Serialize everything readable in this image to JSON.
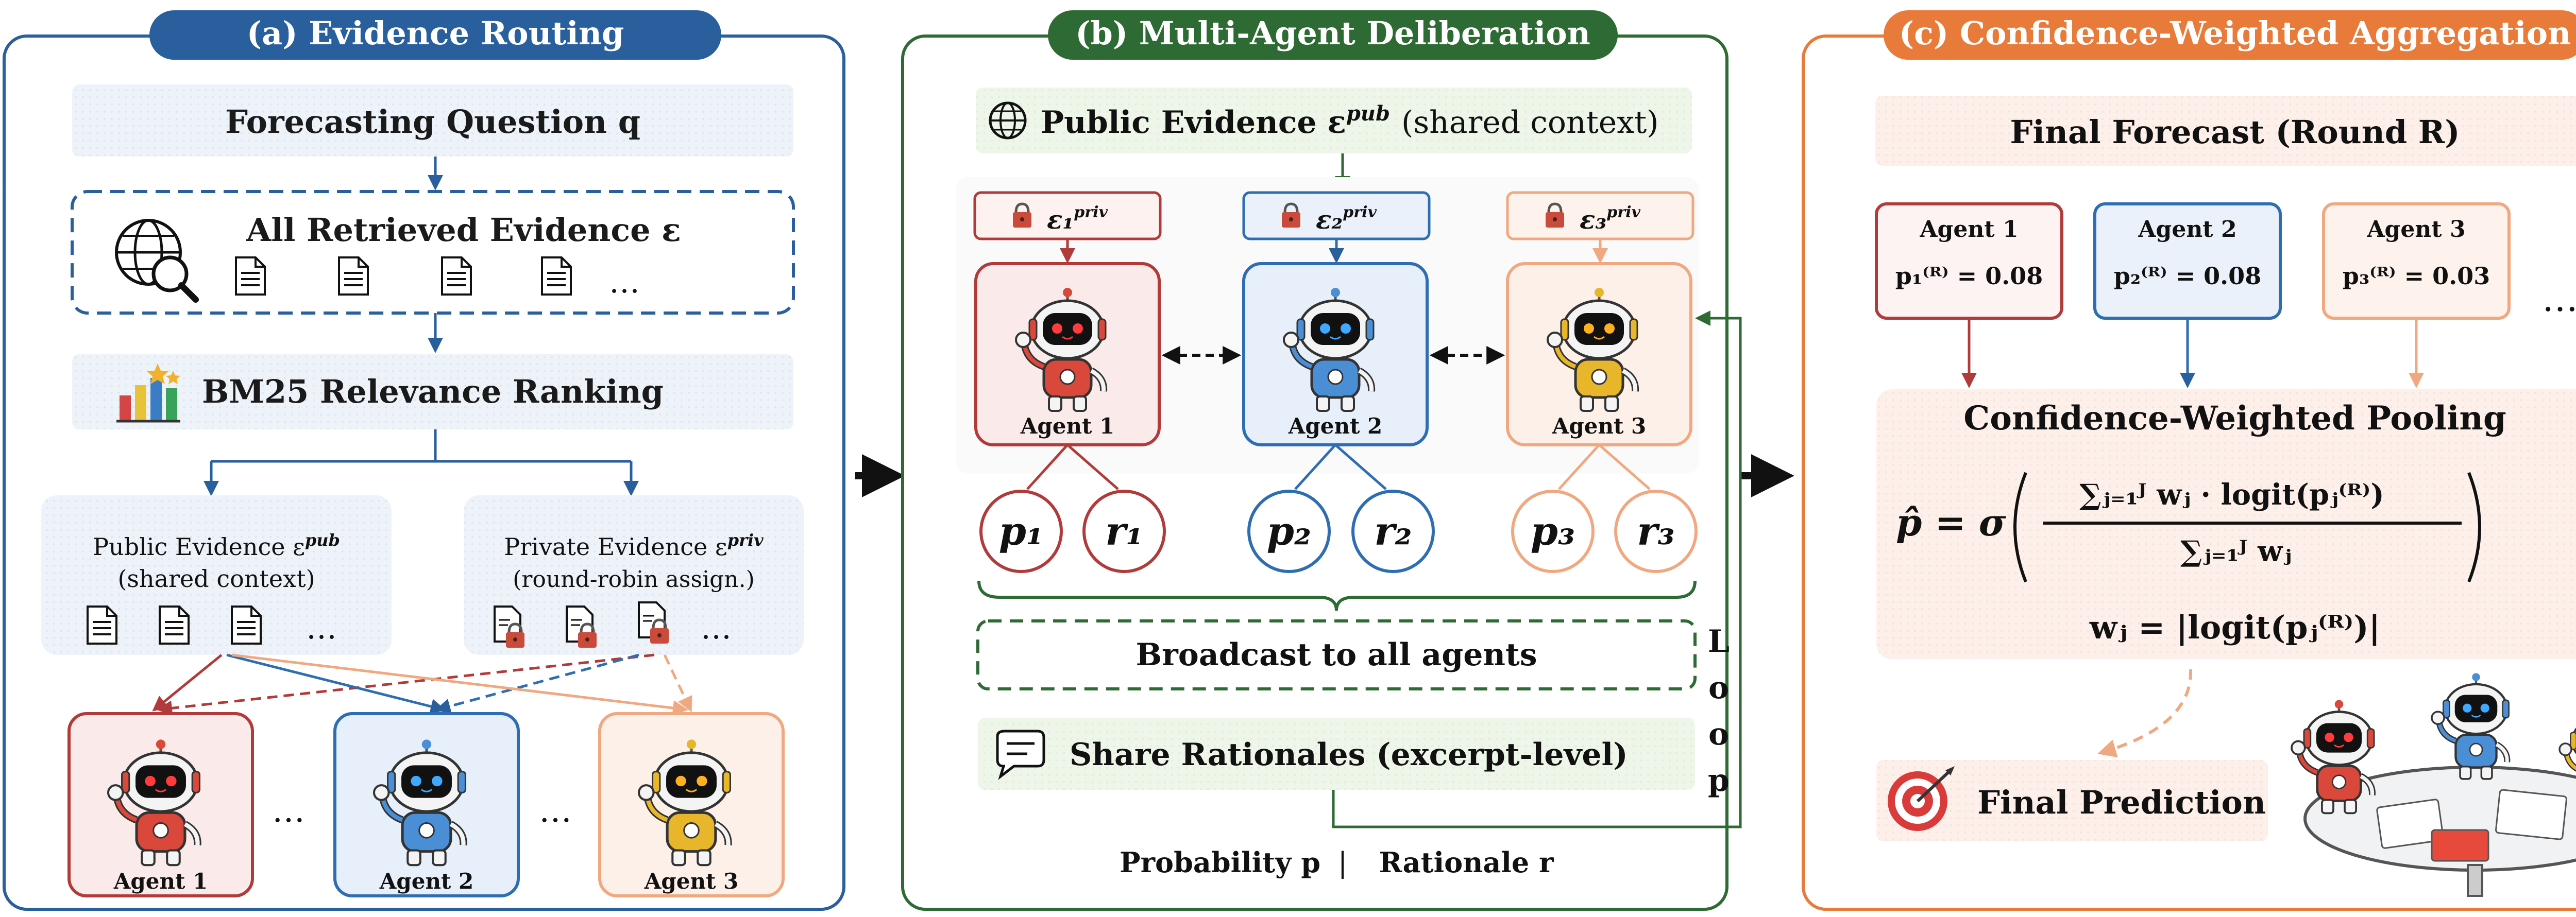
{
  "panels": {
    "a": {
      "title": "(a) Evidence Routing",
      "question": "Forecasting Question q",
      "all_evidence": "All Retrieved Evidence ε",
      "ranking": "BM25 Relevance Ranking",
      "public_title": "Public Evidence ε",
      "public_sup": "pub",
      "public_sub": "(shared context)",
      "private_title": "Private Evidence ε",
      "private_sup": "priv",
      "private_sub": "(round-robin assign.)",
      "agents": [
        "Agent 1",
        "Agent 2",
        "Agent 3"
      ],
      "ellipsis": "…"
    },
    "b": {
      "title": "(b) Multi-Agent Deliberation",
      "public_evidence": "Public Evidence ε",
      "public_sup": "pub",
      "public_suffix": "(shared context)",
      "priv_labels": [
        "ε₁",
        "ε₂",
        "ε₃"
      ],
      "priv_sup": "priv",
      "agents": [
        "Agent 1",
        "Agent 2",
        "Agent 3"
      ],
      "outputs": [
        [
          "p₁",
          "r₁"
        ],
        [
          "p₂",
          "r₂"
        ],
        [
          "p₃",
          "r₃"
        ]
      ],
      "broadcast": "Broadcast to all agents",
      "share": "Share Rationales (excerpt-level)",
      "loop": [
        "L",
        "o",
        "o",
        "p"
      ],
      "legend_p": "Probability p",
      "legend_sep": "|",
      "legend_r": "Rationale r"
    },
    "c": {
      "title": "(c) Confidence-Weighted Aggregation",
      "final_forecast": "Final Forecast (Round R)",
      "agents": [
        {
          "name": "Agent 1",
          "formula": "p₁⁽ᴿ⁾ = 0.08"
        },
        {
          "name": "Agent 2",
          "formula": "p₂⁽ᴿ⁾ = 0.08"
        },
        {
          "name": "Agent 3",
          "formula": "p₃⁽ᴿ⁾ = 0.03"
        }
      ],
      "ellipsis": "…",
      "pooling_title": "Confidence-Weighted Pooling",
      "pooling_lhs": "p̂ = σ",
      "pooling_num": "∑ⱼ₌₁ᴶ wⱼ · logit(pⱼ⁽ᴿ⁾)",
      "pooling_den": "∑ⱼ₌₁ᴶ wⱼ",
      "weight_formula": "wⱼ = |logit(pⱼ⁽ᴿ⁾)|",
      "final_prediction": "Final Prediction"
    }
  },
  "colors": {
    "blue": "#2a5f9e",
    "green": "#2e6b34",
    "orange": "#e87a3a",
    "red_agent": "#b13a3a",
    "blue_agent": "#2f6db3",
    "peach_agent": "#f0a880"
  },
  "icons": [
    "globe-search-icon",
    "document-icon",
    "bar-chart-icon",
    "lock-icon",
    "locked-document-icon",
    "robot-icon",
    "speech-bubble-icon",
    "target-icon"
  ]
}
